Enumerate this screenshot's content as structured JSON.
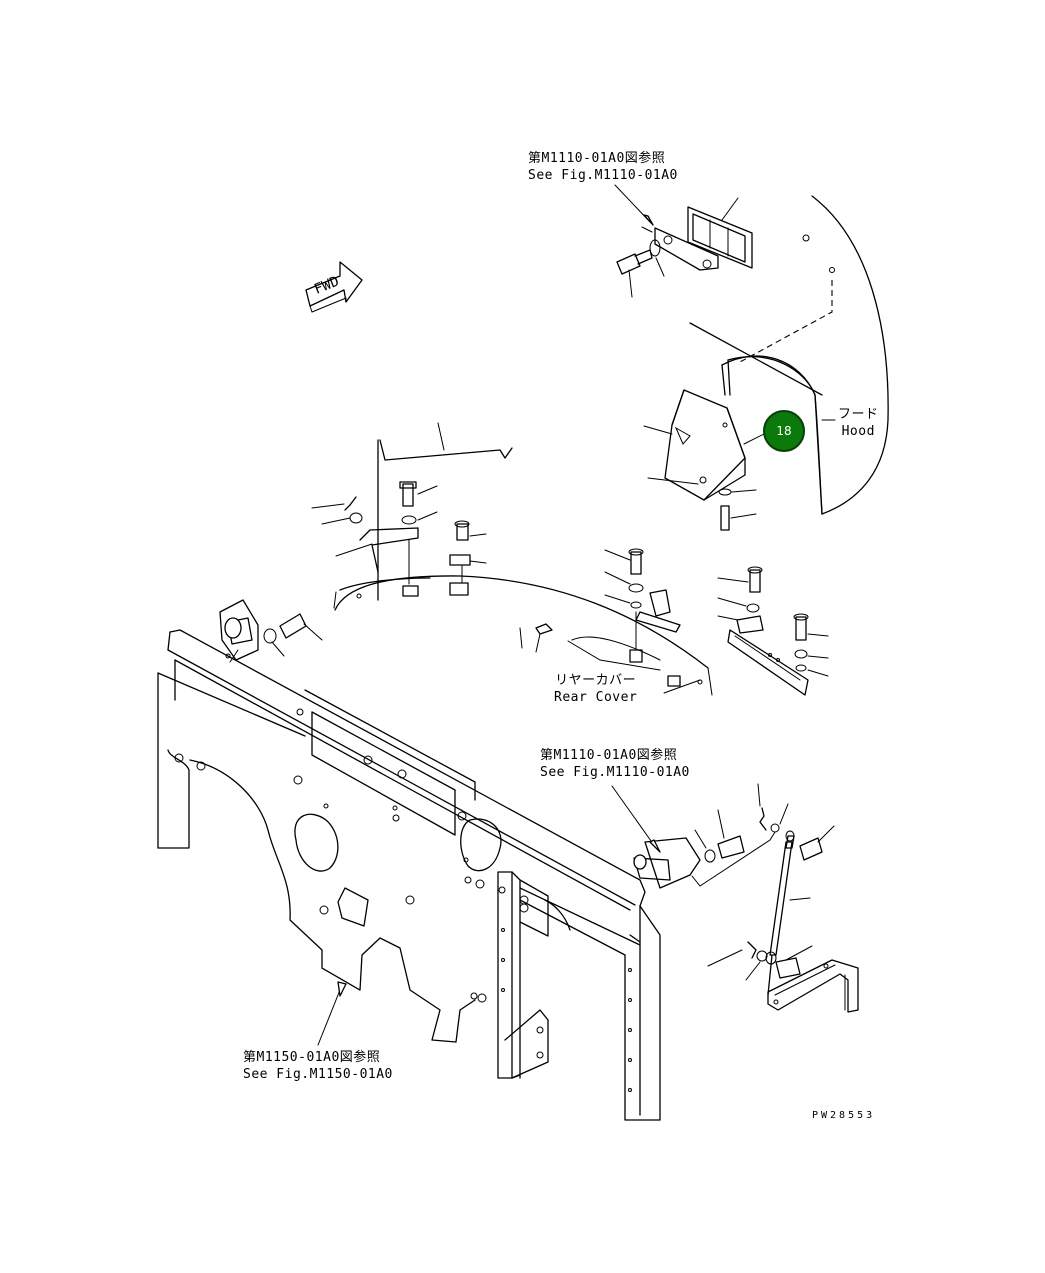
{
  "callout_top": {
    "jp": "第M1110-01A0図参照",
    "en": "See Fig.M1110-01A0"
  },
  "callout_mid": {
    "jp": "第M1110-01A0図参照",
    "en": "See Fig.M1110-01A0"
  },
  "callout_bottom": {
    "jp": "第M1150-01A0図参照",
    "en": "See Fig.M1150-01A0"
  },
  "hood_label": {
    "jp": "フード",
    "en": "Hood"
  },
  "rear_cover_label": {
    "jp": "リヤーカバー",
    "en": "Rear Cover"
  },
  "fwd_arrow": "FWD",
  "part_badge": {
    "number": "18",
    "color": "#0b7a0b"
  },
  "drawing_number": "PW28553"
}
